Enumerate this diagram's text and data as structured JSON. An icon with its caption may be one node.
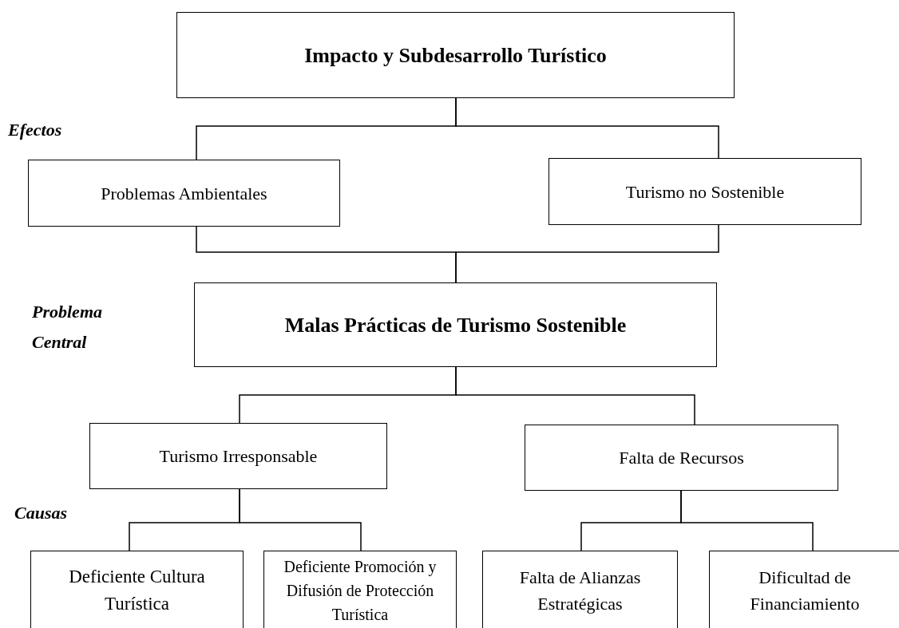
{
  "diagram": {
    "nodes": [
      {
        "text": [
          "Impacto y Subdesarrollo Turístico"
        ]
      },
      {
        "text": [
          "Problemas Ambientales"
        ]
      },
      {
        "text": [
          "Turismo no Sostenible"
        ]
      },
      {
        "text": [
          "Malas Prácticas de Turismo Sostenible"
        ]
      },
      {
        "text": [
          "Turismo Irresponsable"
        ]
      },
      {
        "text": [
          "Falta de Recursos"
        ]
      },
      {
        "text": [
          "Deficiente Cultura Turística"
        ]
      },
      {
        "text": [
          "Deficiente Promoción y Difusión de Protección Turística"
        ]
      },
      {
        "text": [
          "Falta de Alianzas Estratégicas"
        ]
      },
      {
        "text": [
          "Dificultad de Financiamiento"
        ]
      }
    ],
    "edges": [
      {
        "from": 0,
        "to": 1,
        "arrow": "none"
      },
      {
        "from": 0,
        "to": 2,
        "arrow": "none"
      },
      {
        "from": 1,
        "to": 3,
        "arrow": "none"
      },
      {
        "from": 2,
        "to": 3,
        "arrow": "none"
      },
      {
        "from": 3,
        "to": 4,
        "arrow": "none"
      },
      {
        "from": 3,
        "to": 5,
        "arrow": "none"
      },
      {
        "from": 4,
        "to": 6,
        "arrow": "none"
      },
      {
        "from": 4,
        "to": 7,
        "arrow": "none"
      },
      {
        "from": 5,
        "to": 8,
        "arrow": "none"
      },
      {
        "from": 5,
        "to": 9,
        "arrow": "none"
      }
    ],
    "labels": [
      "Efectos",
      "Problema Central",
      "Causas"
    ]
  }
}
